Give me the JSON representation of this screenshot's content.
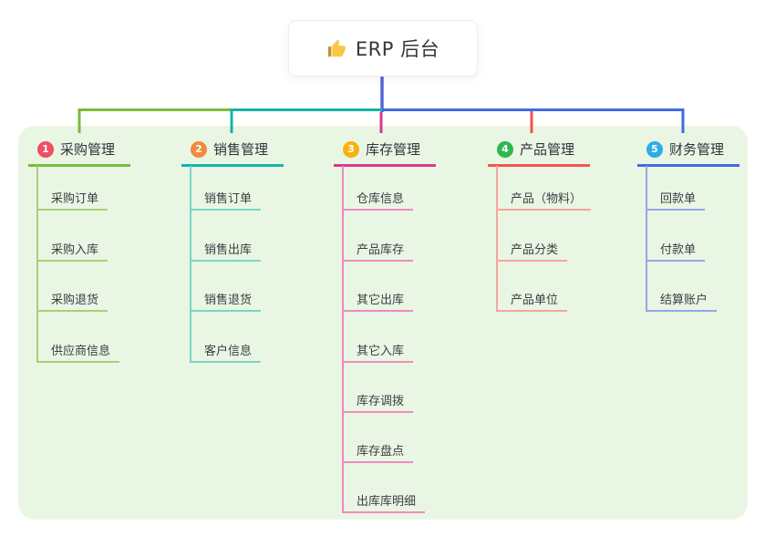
{
  "root": {
    "icon": "thumbs-up-icon",
    "title": "ERP 后台"
  },
  "panel": {
    "background": "#e9f6e3"
  },
  "connector_colors": {
    "stem": "#5567d8"
  },
  "branches": [
    {
      "badge": "1",
      "badge_color": "#f04f63",
      "line_color": "#7cba3d",
      "light_color": "#a9d077",
      "title": "采购管理",
      "children": [
        "采购订单",
        "采购入库",
        "采购退货",
        "供应商信息"
      ]
    },
    {
      "badge": "2",
      "badge_color": "#f08a3e",
      "line_color": "#16b3a7",
      "light_color": "#7fd3c9",
      "title": "销售管理",
      "children": [
        "销售订单",
        "销售出库",
        "销售退货",
        "客户信息"
      ]
    },
    {
      "badge": "3",
      "badge_color": "#f9b013",
      "line_color": "#d9388e",
      "light_color": "#ee8ac2",
      "title": "库存管理",
      "children": [
        "仓库信息",
        "产品库存",
        "其它出库",
        "其它入库",
        "库存调拨",
        "库存盘点",
        "出库库明细"
      ]
    },
    {
      "badge": "4",
      "badge_color": "#2eb850",
      "line_color": "#f5534e",
      "light_color": "#f8a49f",
      "title": "产品管理",
      "children": [
        "产品（物料）",
        "产品分类",
        "产品单位"
      ]
    },
    {
      "badge": "5",
      "badge_color": "#2caee5",
      "line_color": "#3e6ce0",
      "light_color": "#93a7e8",
      "title": "财务管理",
      "children": [
        "回款单",
        "付款单",
        "结算账户"
      ]
    }
  ]
}
